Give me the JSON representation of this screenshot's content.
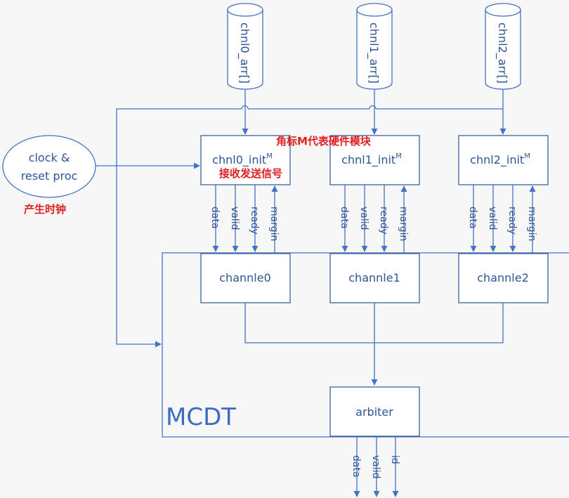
{
  "diagram": {
    "arrays": [
      {
        "id": "arr0",
        "label": "chnl0_arr[]"
      },
      {
        "id": "arr1",
        "label": "chnl1_arr[]"
      },
      {
        "id": "arr2",
        "label": "chnl2_arr[]"
      }
    ],
    "clock": {
      "line1": "clock &",
      "line2": "reset proc"
    },
    "inits": [
      {
        "label": "chnl0_init",
        "sup": "M"
      },
      {
        "label": "chnl1_init",
        "sup": "M"
      },
      {
        "label": "chnl2_init",
        "sup": "M"
      }
    ],
    "signals": [
      "data",
      "valid",
      "ready",
      "margin"
    ],
    "channels": [
      "channle0",
      "channle1",
      "channle2"
    ],
    "arbiter": "arbiter",
    "mcdt": "MCDT",
    "outputs": [
      "data",
      "valid",
      "id"
    ],
    "annotations": {
      "module_note": "角标M代表硬件模块",
      "handshake_note": "接收发送信号",
      "clock_note": "产生时钟"
    },
    "colors": {
      "line": "#4472c4",
      "box_stroke": "#2e5597",
      "box_fill": "#ffffff",
      "text": "#2e5597",
      "annotation": "#e02020"
    }
  }
}
